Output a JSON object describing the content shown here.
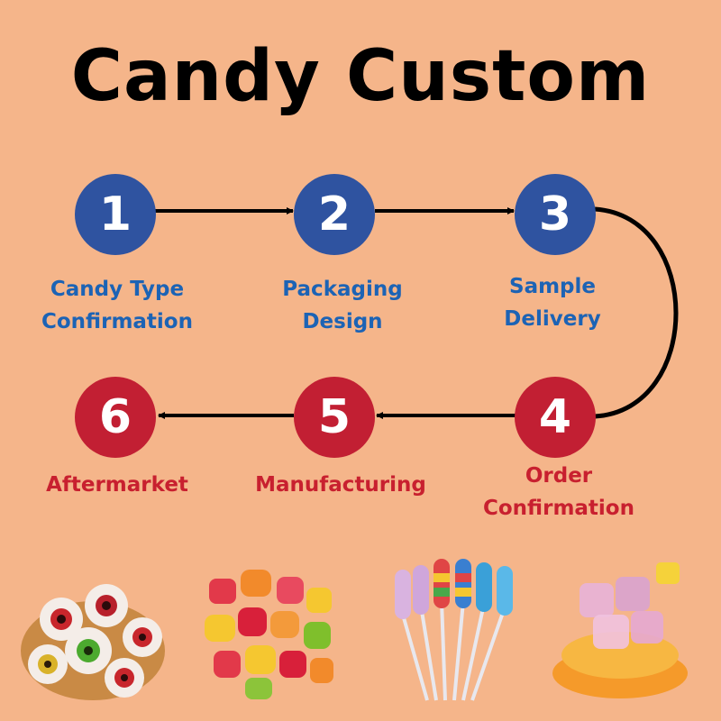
{
  "title": "Candy Custom",
  "colors": {
    "background": "#f5b58a",
    "blue_step": "#2f53a0",
    "red_step": "#c21f33",
    "blue_text": "#1c63b5",
    "red_text": "#c8202f"
  },
  "steps": [
    {
      "number": "1",
      "label_line1": "Candy Type",
      "label_line2": "Confirmation"
    },
    {
      "number": "2",
      "label_line1": "Packaging",
      "label_line2": "Design"
    },
    {
      "number": "3",
      "label_line1": "Sample",
      "label_line2": "Delivery"
    },
    {
      "number": "4",
      "label_line1": "Order",
      "label_line2": "Confirmation"
    },
    {
      "number": "5",
      "label_line1": "Manufacturing",
      "label_line2": ""
    },
    {
      "number": "6",
      "label_line1": "Aftermarket",
      "label_line2": ""
    }
  ],
  "photos": [
    "eyeball-gummies-photo",
    "fruit-gummies-photo",
    "twist-lollipops-photo",
    "jelly-cubes-photo"
  ]
}
